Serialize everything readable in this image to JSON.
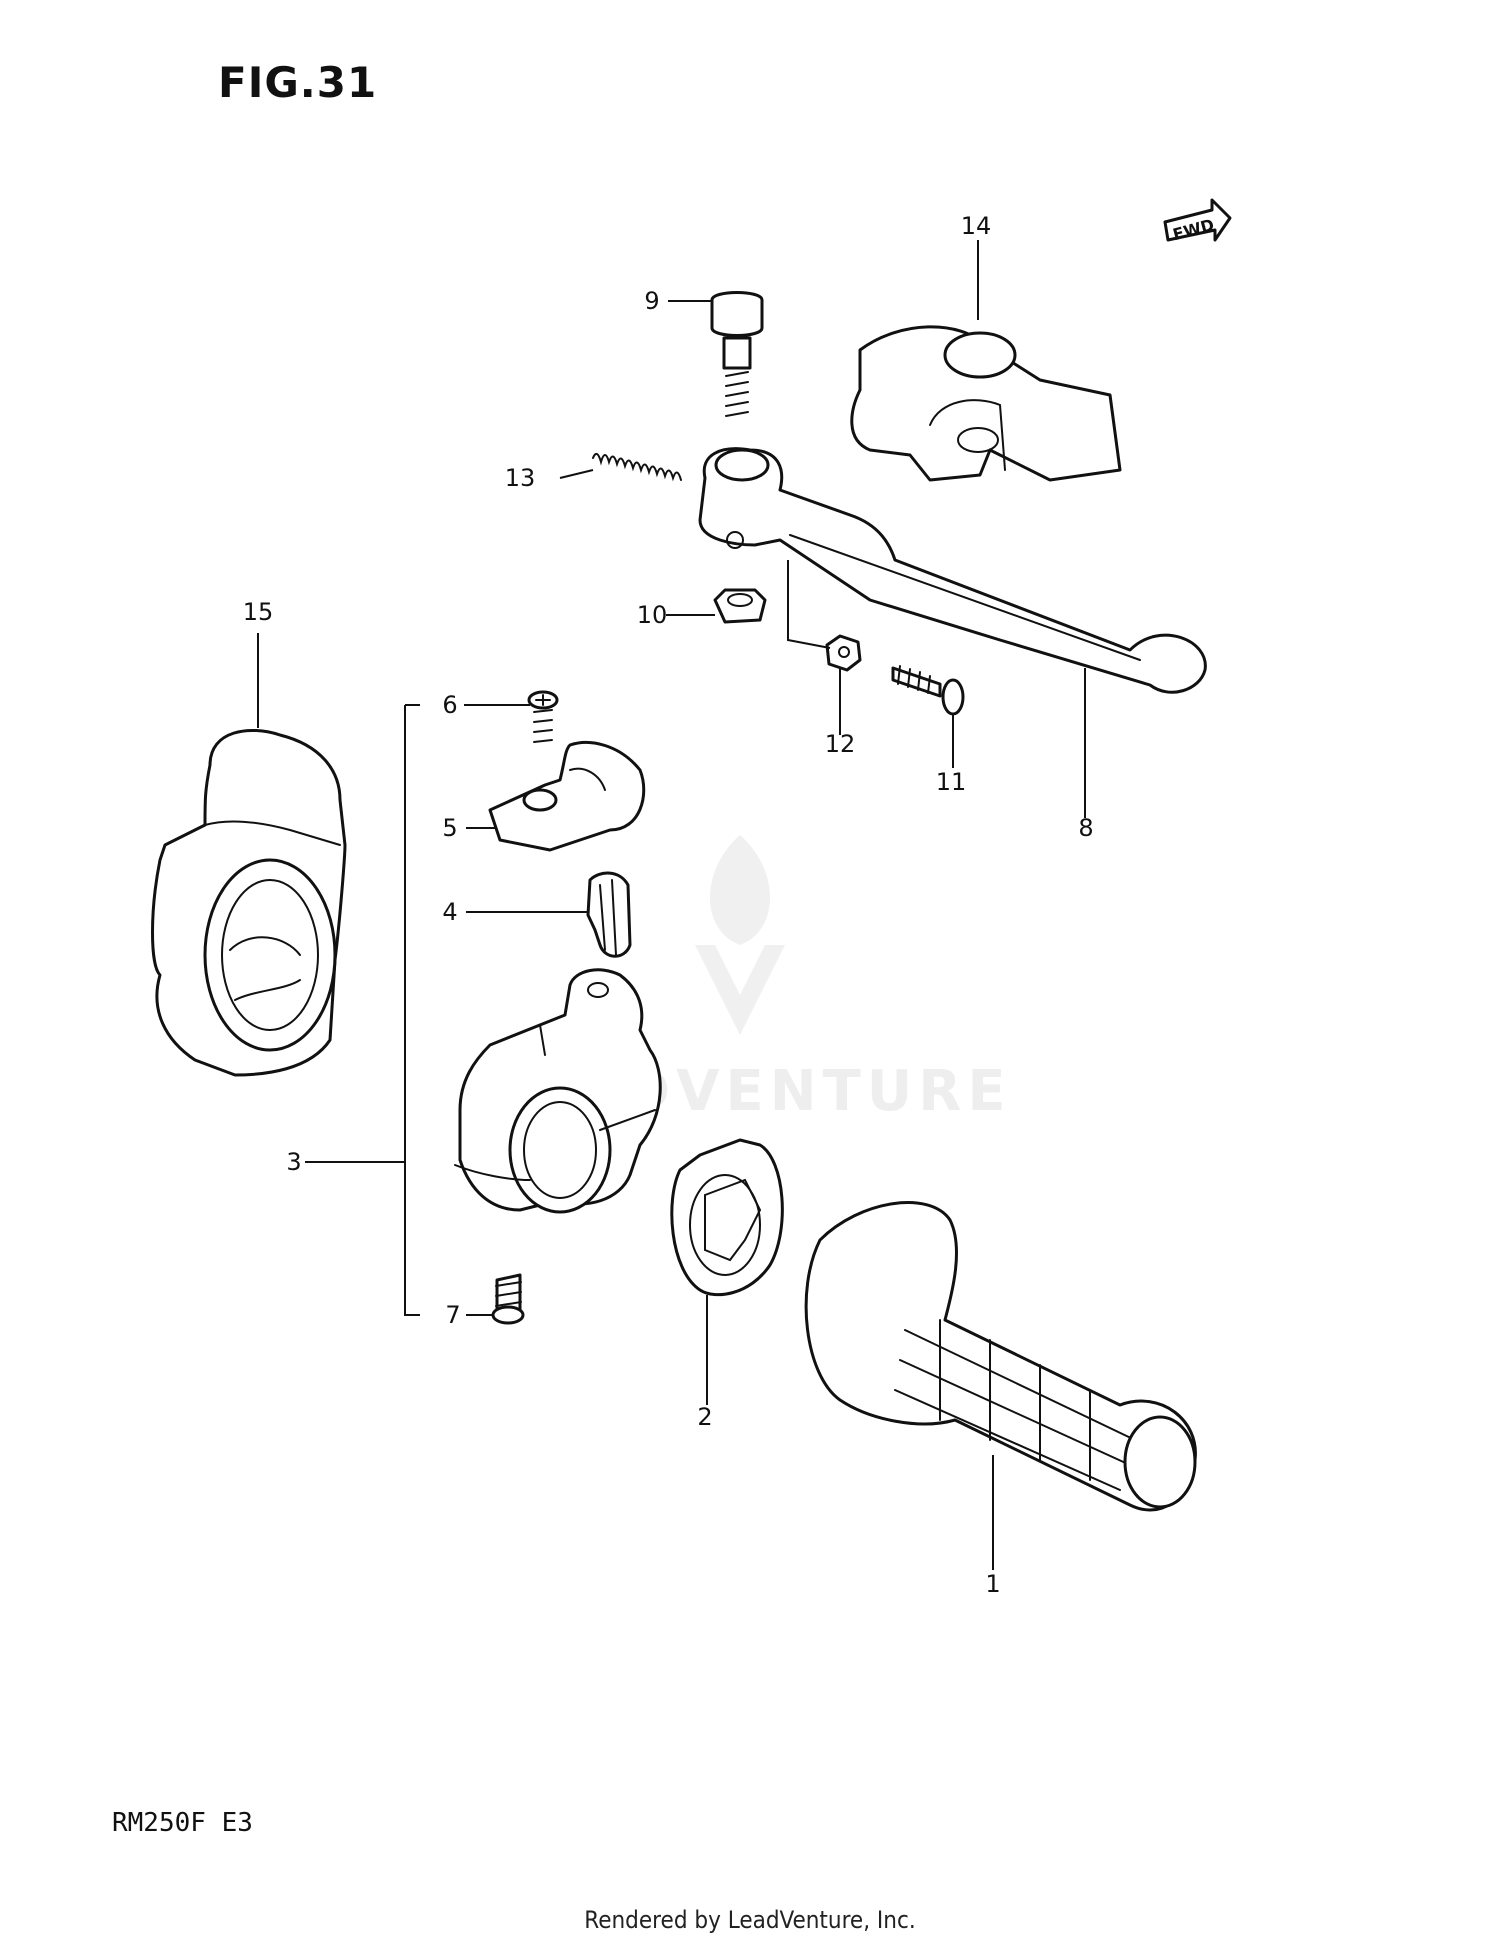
{
  "figure": {
    "title": "FIG.31",
    "model": "RM250F  E3"
  },
  "footer": "Rendered by LeadVenture, Inc.",
  "direction_badge": "FWD",
  "watermark": {
    "text": "LEADVENTURE"
  },
  "callouts": [
    "1",
    "2",
    "3",
    "4",
    "5",
    "6",
    "7",
    "8",
    "9",
    "10",
    "11",
    "12",
    "13",
    "14",
    "15"
  ]
}
